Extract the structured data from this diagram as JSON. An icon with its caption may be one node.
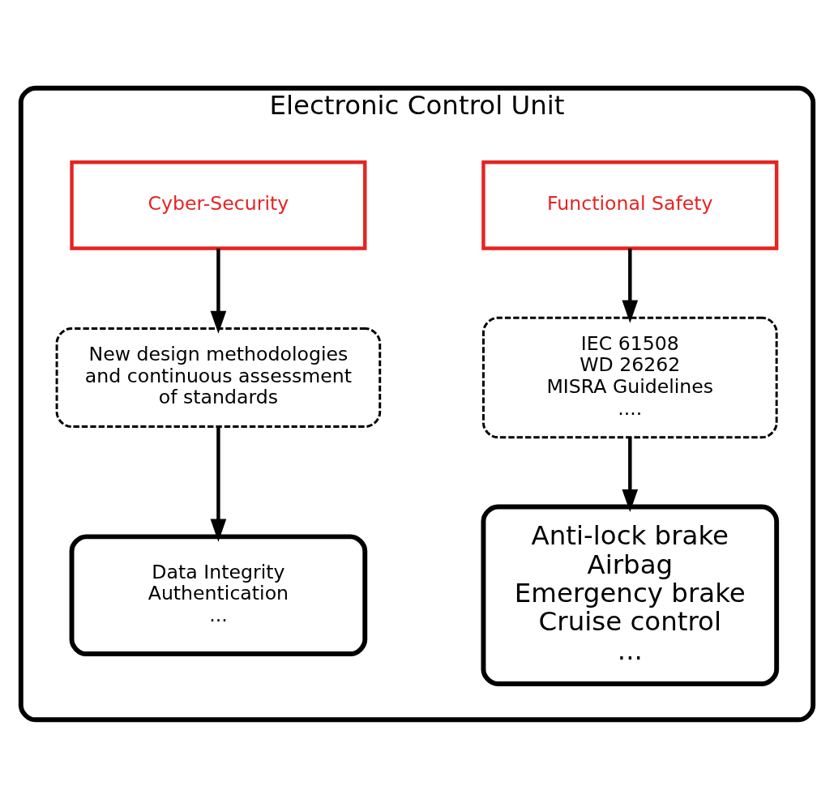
{
  "diagram": {
    "nodes": [
      {
        "text": [
          "Electronic Control Unit"
        ]
      },
      {
        "text": [
          "Functional Safety"
        ],
        "in": 0
      },
      {
        "text": [
          "IEC 61508",
          "WD 26262",
          "MISRA Guidelines",
          "...."
        ],
        "in": 0
      },
      {
        "text": [
          "Anti-lock brake",
          "Airbag",
          "Emergency brake",
          "Cruise control",
          "..."
        ],
        "in": 0
      },
      {
        "text": [
          "Cyber-Security"
        ],
        "in": 0
      },
      {
        "text": [
          "New design methodologies and continuous assessment of standards"
        ],
        "in": 0
      },
      {
        "text": [
          "Data Integrity",
          "Authentication",
          "..."
        ],
        "in": 0
      }
    ],
    "edges": [
      {
        "from": 1,
        "to": 2,
        "arrow": "to"
      },
      {
        "from": 2,
        "to": 3,
        "arrow": "to"
      },
      {
        "from": 4,
        "to": 5,
        "arrow": "to"
      },
      {
        "from": 5,
        "to": 6,
        "arrow": "to"
      }
    ]
  }
}
